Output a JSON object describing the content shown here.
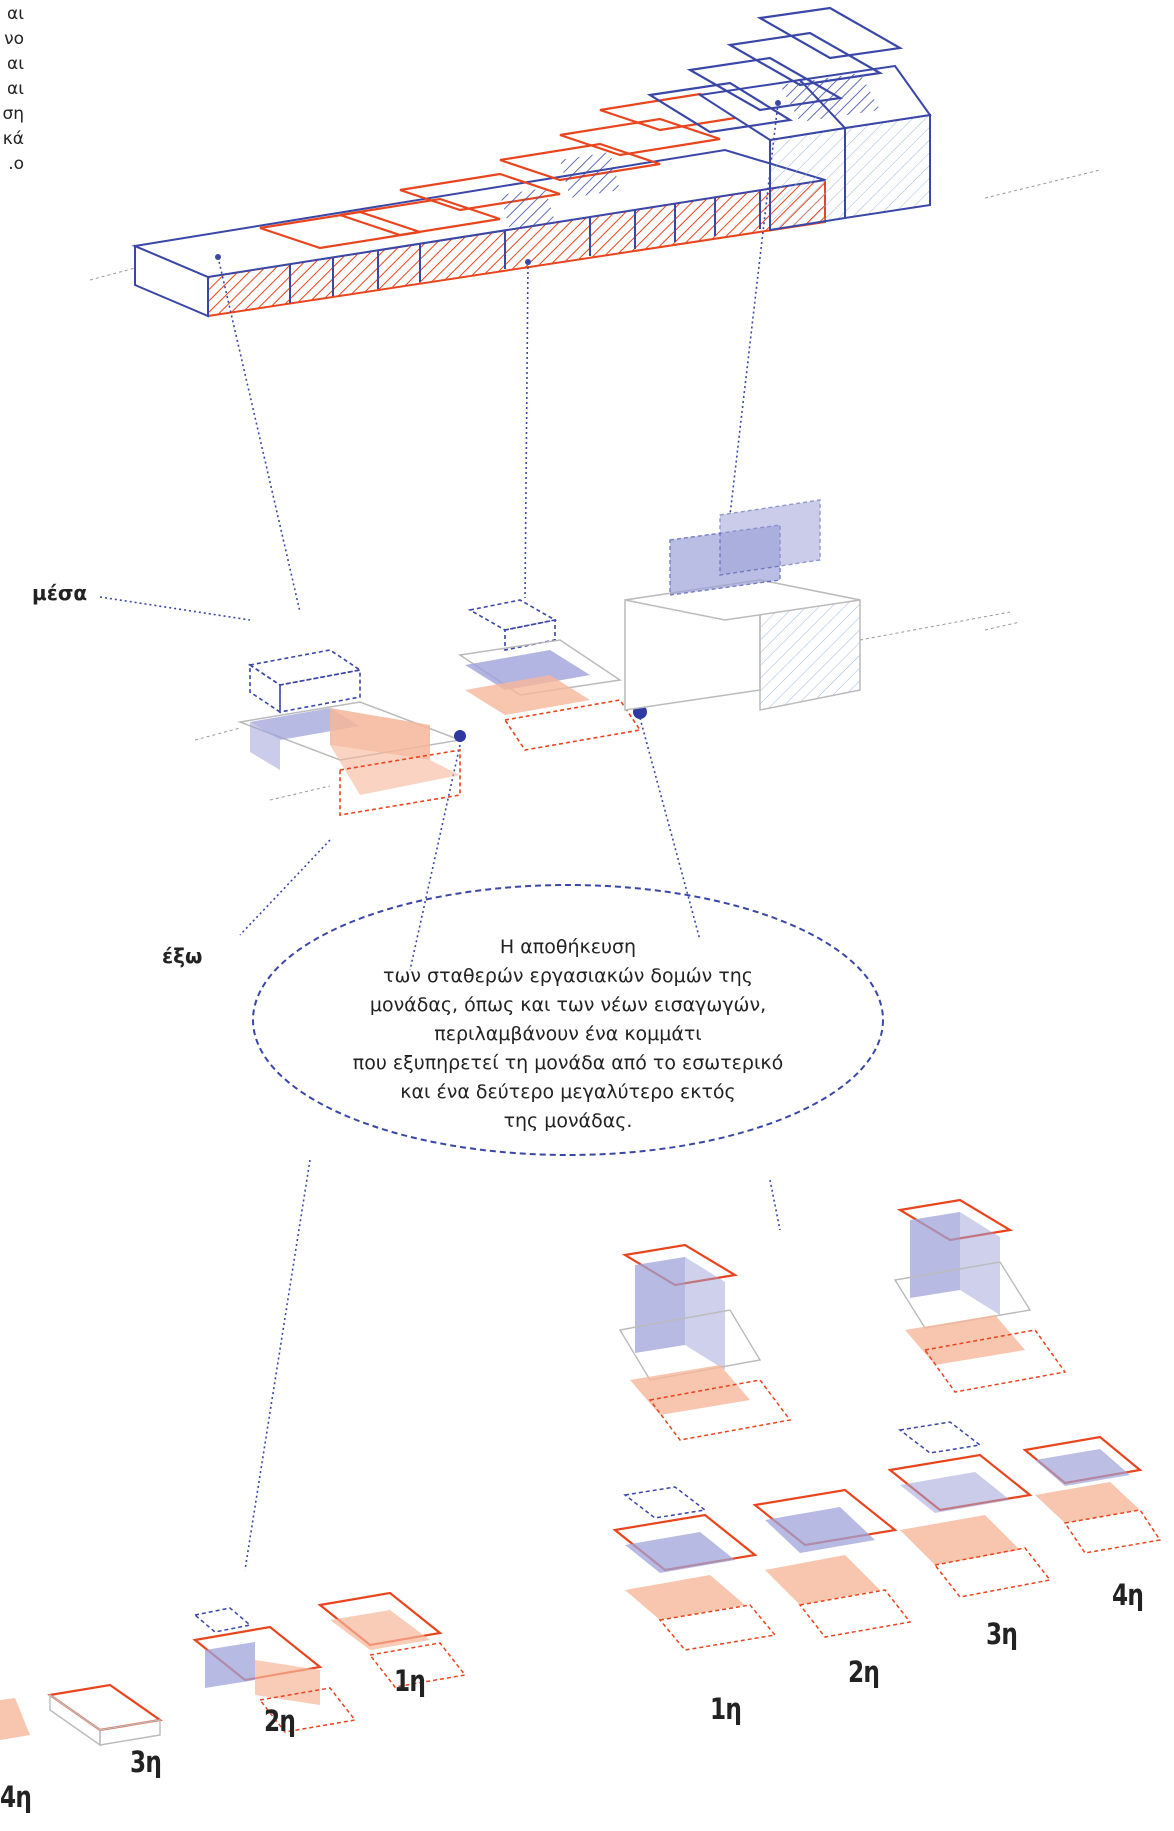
{
  "side_text_fragments": [
    "αι",
    "νο",
    "αι",
    "αι",
    "ση",
    "κά",
    "ο."
  ],
  "labels": {
    "inside": "μέσα",
    "outside": "έξω"
  },
  "callout_lines": [
    "Η αποθήκευση",
    "των σταθερών εργασιακών δομών της",
    "μονάδας, όπως και των νέων εισαγωγών,",
    "περιλαμβάνουν ένα κομμάτι",
    "που εξυπηρετεί τη μονάδα από το εσωτερικό",
    "και ένα δεύτερο μεγαλύτερο εκτός",
    "της μονάδας."
  ],
  "steps_left": [
    "4η",
    "3η",
    "2η",
    "1η"
  ],
  "steps_right": [
    "1η",
    "2η",
    "3η",
    "4η"
  ],
  "colors": {
    "blue": "#3a47a6",
    "red": "#e8451e",
    "blue_fill": "#9fa3d9",
    "red_fill": "#f6b69a",
    "grey": "#b8b8b8"
  }
}
